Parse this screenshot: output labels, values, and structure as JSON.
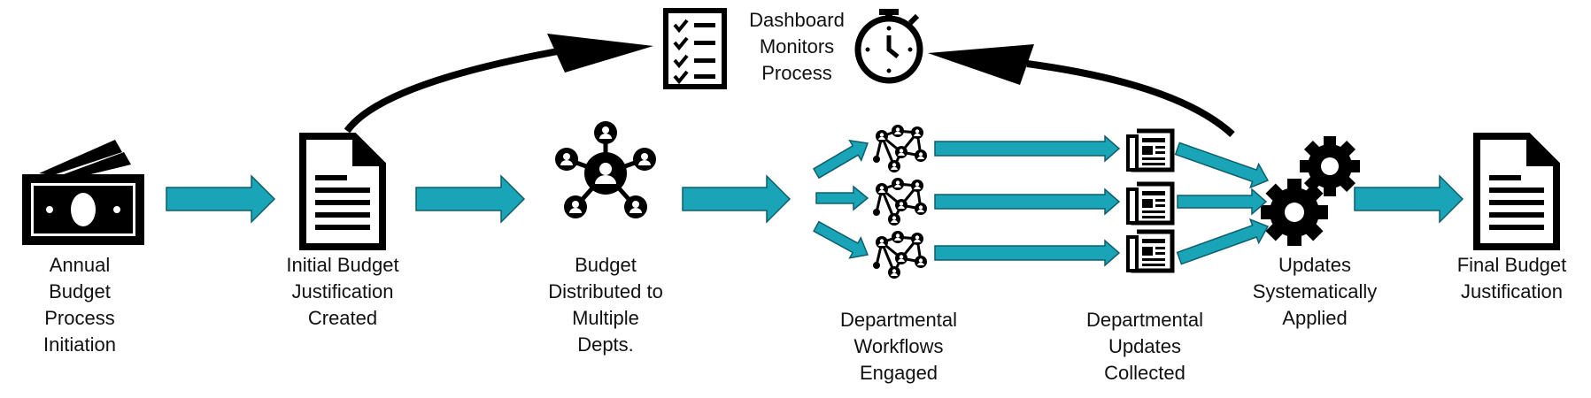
{
  "colors": {
    "arrow_fill": "#19a4b8",
    "arrow_stroke": "#0d5e6b",
    "icon": "#000000"
  },
  "monitor": {
    "label": "Dashboard\nMonitors\nProcess",
    "icons": [
      "checklist-icon",
      "stopwatch-icon"
    ]
  },
  "steps": [
    {
      "label": "Annual\nBudget\nProcess\nInitiation",
      "icon": "money-icon"
    },
    {
      "label": "Initial Budget\nJustification\nCreated",
      "icon": "document-icon"
    },
    {
      "label": "Budget\nDistributed to\nMultiple\nDepts.",
      "icon": "network-icon"
    },
    {
      "label": "Departmental\nWorkflows\nEngaged",
      "icon": "team-network-icon"
    },
    {
      "label": "Departmental\nUpdates\nCollected",
      "icon": "newspaper-icon"
    },
    {
      "label": "Updates\nSystematically\nApplied",
      "icon": "gears-icon"
    },
    {
      "label": "Final Budget\nJustification",
      "icon": "document-icon"
    }
  ]
}
